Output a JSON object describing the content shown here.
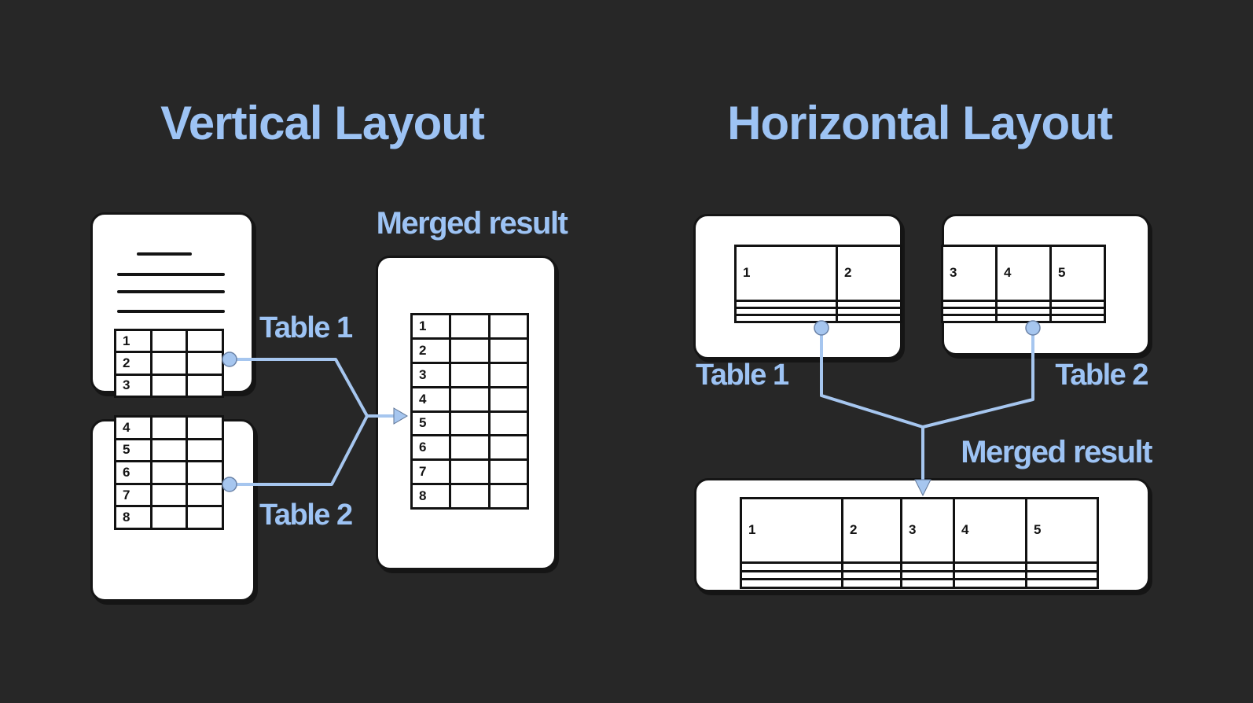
{
  "colors": {
    "background": "#272727",
    "card": "#ffffff",
    "accent_text": "#9dc3f4",
    "connector": "#a6c6ef",
    "table_border": "#121212"
  },
  "vertical_layout": {
    "title": "Vertical Layout",
    "table1_label": "Table 1",
    "table2_label": "Table 2",
    "merged_label": "Merged result",
    "table1_row_numbers": [
      "1",
      "2",
      "3"
    ],
    "table2_row_numbers": [
      "4",
      "5",
      "6",
      "7",
      "8"
    ],
    "merged_row_numbers": [
      "1",
      "2",
      "3",
      "4",
      "5",
      "6",
      "7",
      "8"
    ]
  },
  "horizontal_layout": {
    "title": "Horizontal Layout",
    "table1_label": "Table 1",
    "table2_label": "Table 2",
    "merged_label": "Merged result",
    "table1_column_numbers": [
      "1",
      "2"
    ],
    "table2_column_numbers": [
      "3",
      "4",
      "5"
    ],
    "merged_column_numbers": [
      "1",
      "2",
      "3",
      "4",
      "5"
    ]
  }
}
